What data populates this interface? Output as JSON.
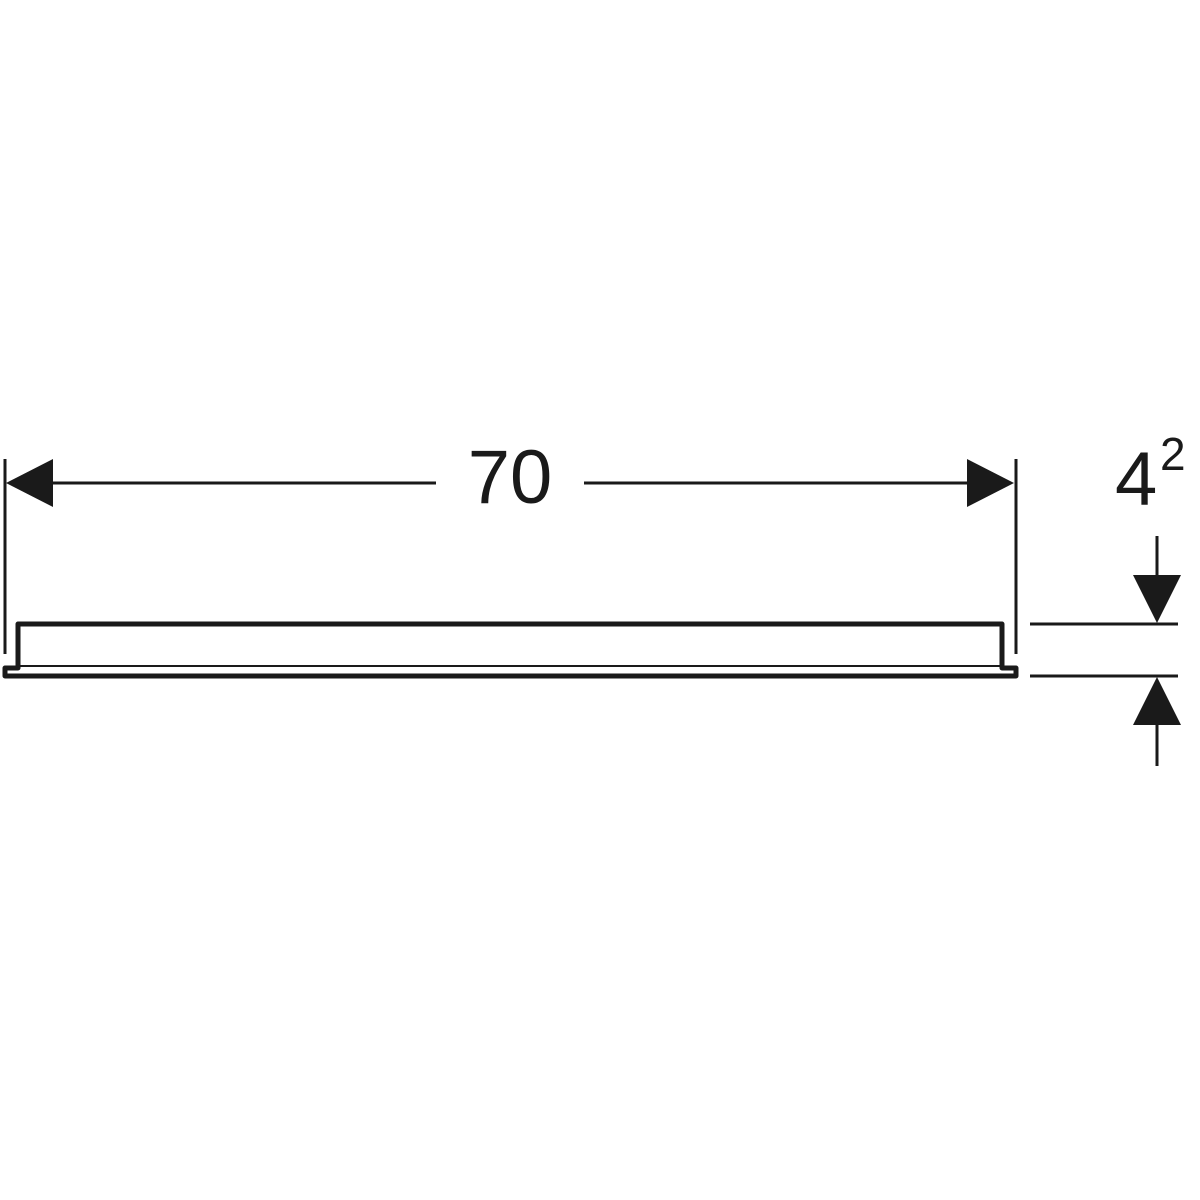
{
  "diagram": {
    "type": "technical-dimension-drawing",
    "view": "side-profile",
    "colors": {
      "line": "#1a1a1a",
      "background": "#ffffff"
    },
    "dimensions": {
      "width": {
        "label": "70",
        "orientation": "horizontal"
      },
      "height": {
        "label_main": "4",
        "label_sup": "2",
        "display": "4²",
        "orientation": "vertical"
      }
    }
  }
}
